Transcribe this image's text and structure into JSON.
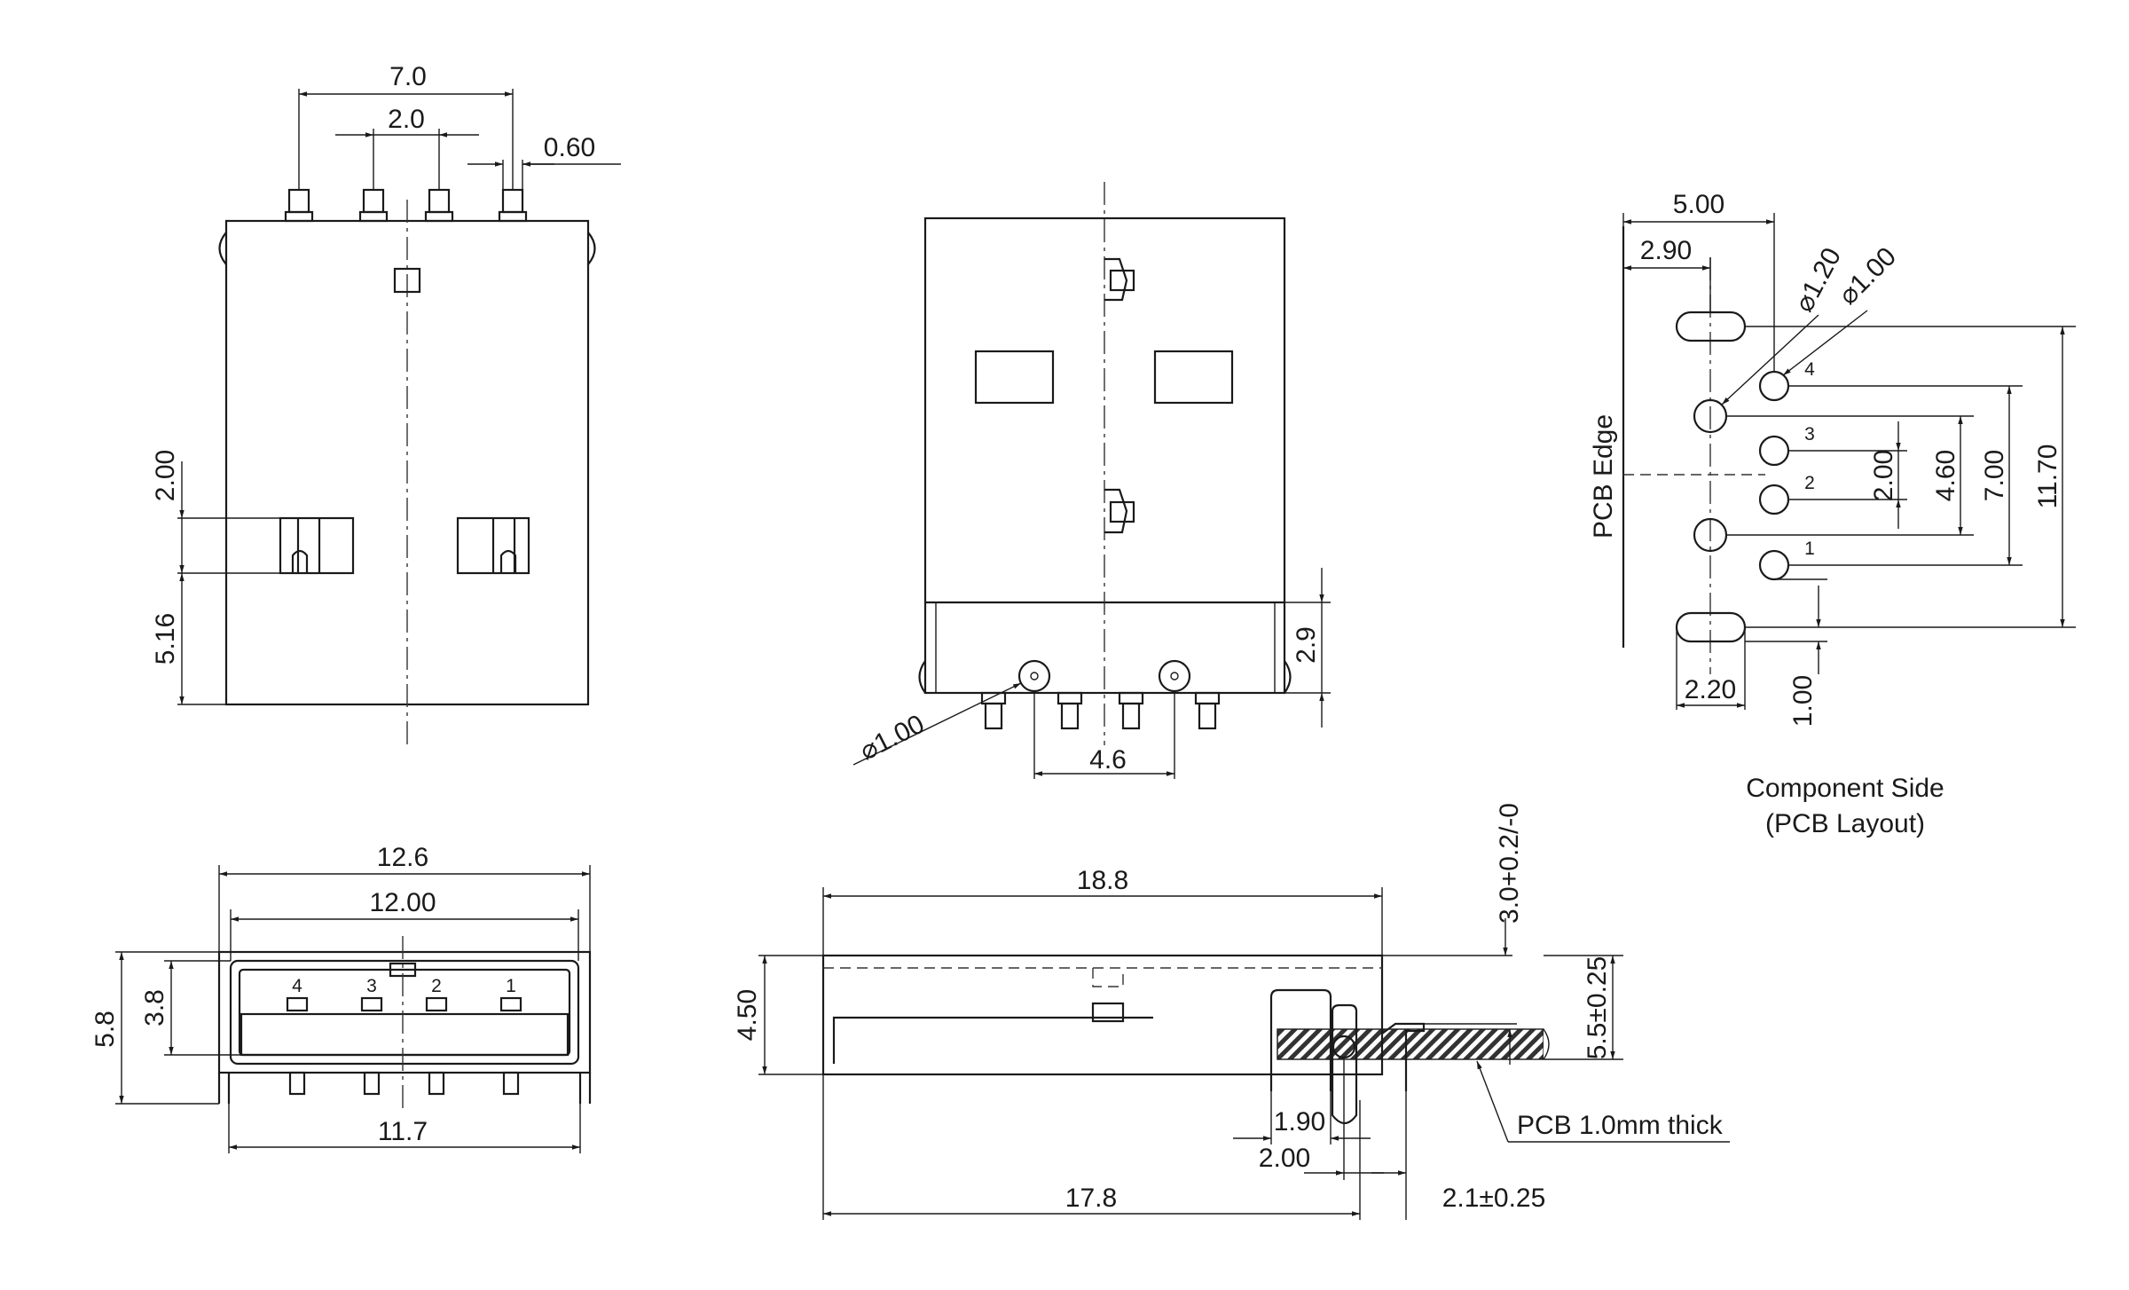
{
  "top_view": {
    "dims": {
      "width_7_0": "7.0",
      "pitch_2_0": "2.0",
      "pin_0_60": "0.60",
      "left_2_00": "2.00",
      "left_5_16": "5.16"
    }
  },
  "front_top_view": {
    "dims": {
      "right_2_9": "2.9",
      "hole_dia": "⌀1.00",
      "spacing_4_6": "4.6"
    }
  },
  "pcb_layout": {
    "dims": {
      "top_5_00": "5.00",
      "top_2_90": "2.90",
      "dia_1_20": "⌀1.20",
      "dia_1_00": "⌀1.00",
      "v_2_00": "2.00",
      "v_4_60": "4.60",
      "v_7_00": "7.00",
      "v_11_70": "11.70",
      "bottom_2_20": "2.20",
      "bottom_1_00": "1.00"
    },
    "pin_labels": {
      "p4": "4",
      "p3": "3",
      "p2": "2",
      "p1": "1"
    },
    "edge_label": "PCB Edge",
    "caption_line1": "Component Side",
    "caption_line2": "(PCB Layout)"
  },
  "end_view": {
    "dims": {
      "width_12_6": "12.6",
      "width_12_00": "12.00",
      "width_11_7": "11.7",
      "height_5_8": "5.8",
      "height_3_8": "3.8"
    },
    "pin_labels": {
      "p4": "4",
      "p3": "3",
      "p2": "2",
      "p1": "1"
    }
  },
  "side_view": {
    "dims": {
      "len_18_8": "18.8",
      "len_17_8": "17.8",
      "h_4_50": "4.50",
      "d_1_90": "1.90",
      "d_2_00": "2.00",
      "d_2_1": "2.1±0.25",
      "d_3_0": "3.0+0.2/-0",
      "d_5_5": "5.5±0.25"
    },
    "pcb_note": "PCB 1.0mm thick"
  }
}
